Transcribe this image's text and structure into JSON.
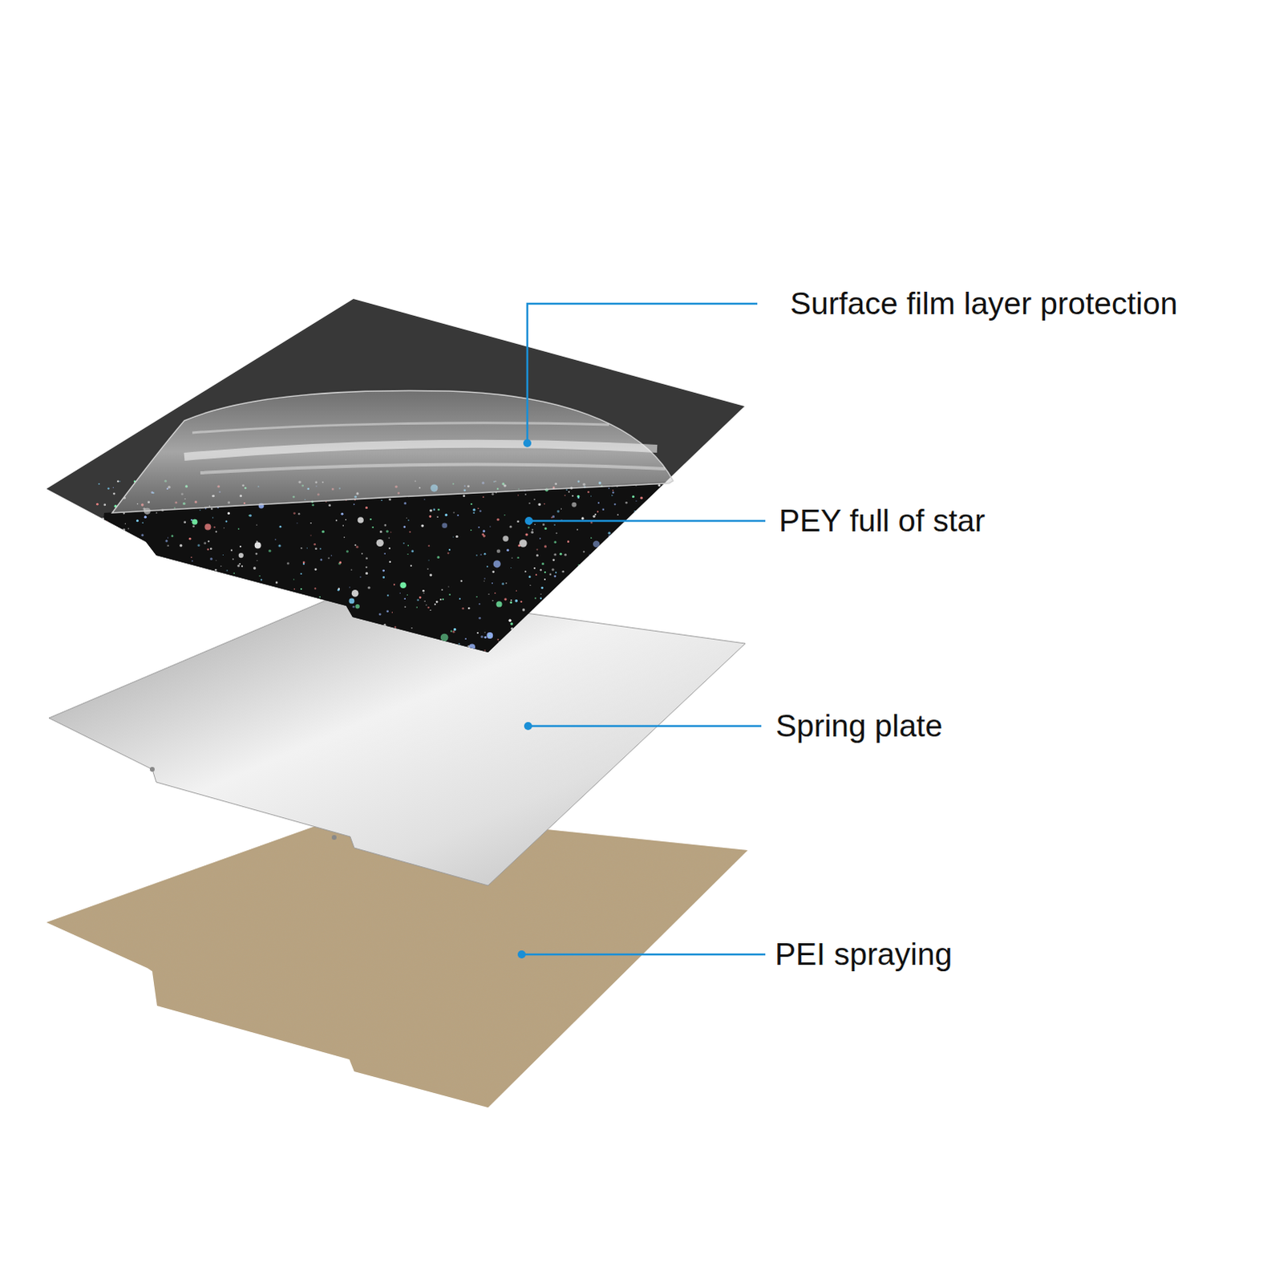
{
  "diagram": {
    "labels": [
      "Surface film layer protection",
      "PEY full of star",
      "Spring plate",
      "PEI spraying"
    ]
  }
}
